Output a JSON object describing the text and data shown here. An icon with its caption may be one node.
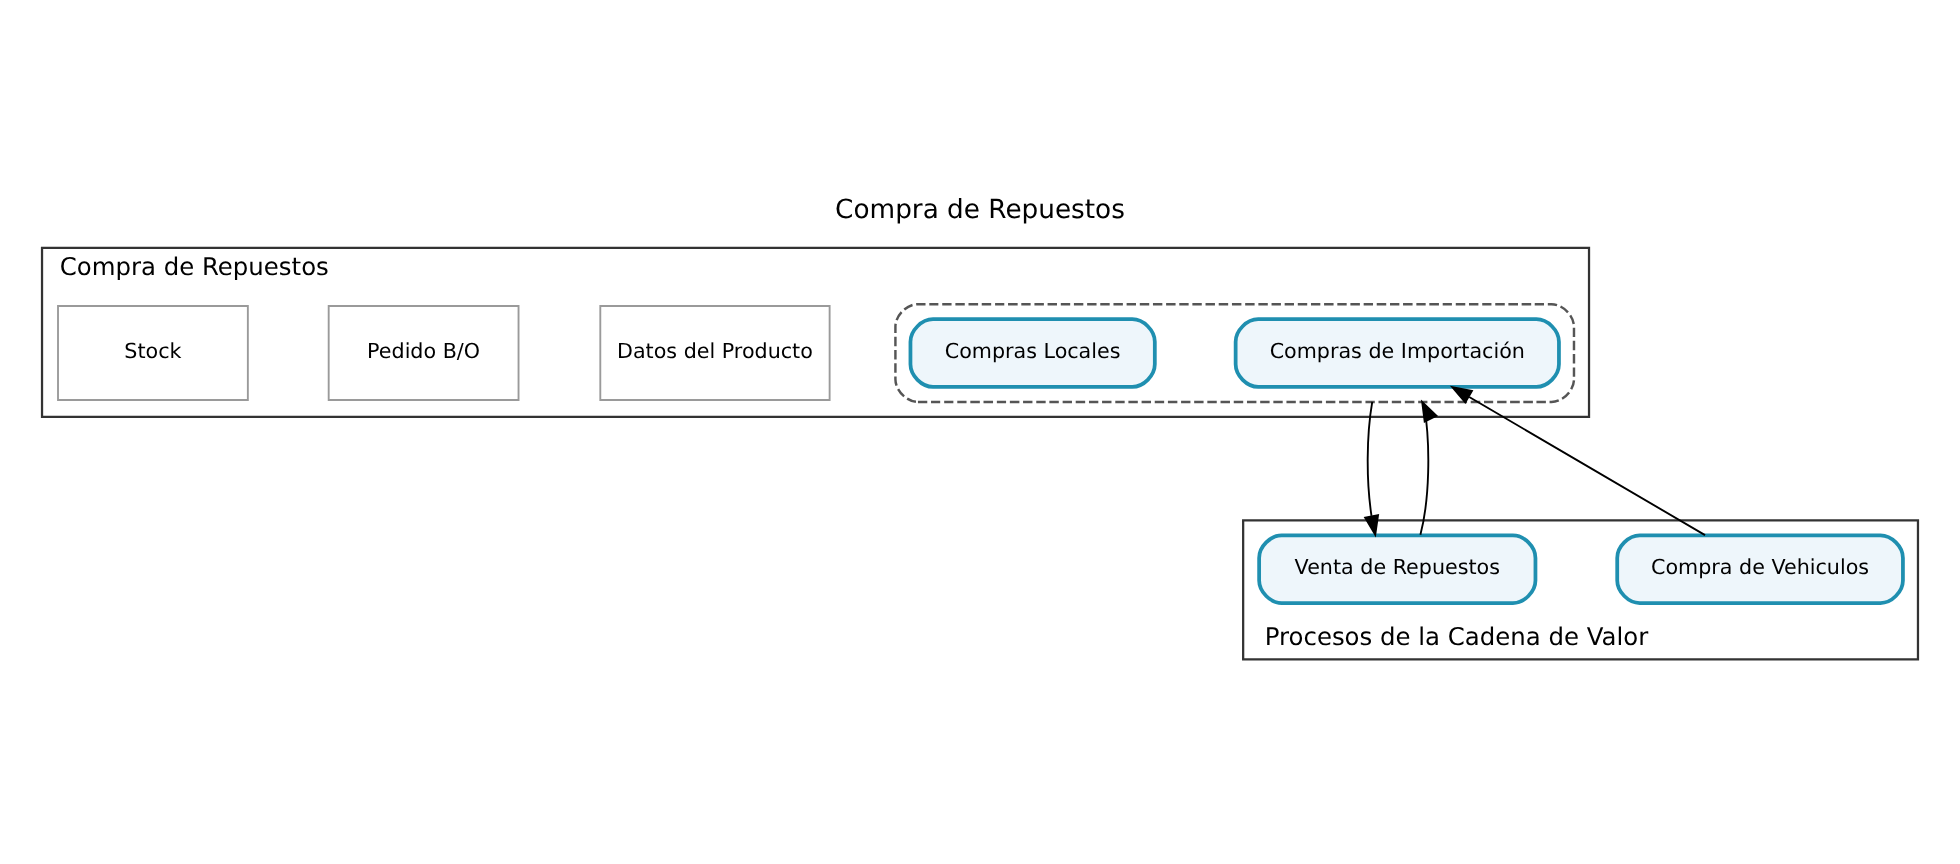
{
  "diagram": {
    "title": "Compra de Repuestos",
    "nodes": [
      {
        "text": [
          "Compra de Repuestos"
        ]
      },
      {
        "text": [],
        "shape": "box",
        "in": 0
      },
      {
        "text": [
          "Compras de Importación"
        ],
        "in": 1
      },
      {
        "text": [
          "Compras Locales"
        ],
        "in": 1
      },
      {
        "text": [
          "Datos del Producto"
        ],
        "in": 0
      },
      {
        "text": [
          "Pedido B/O"
        ],
        "in": 0
      },
      {
        "text": [
          "Stock"
        ],
        "in": 0
      },
      {
        "text": [
          "Procesos de la Cadena de Valor"
        ]
      },
      {
        "text": [
          "Compra de Vehiculos"
        ],
        "in": 7
      },
      {
        "text": [
          "Venta de Repuestos"
        ],
        "in": 7
      }
    ],
    "edges": [
      {
        "from": 8,
        "to": 2,
        "arrow": "to"
      },
      {
        "from": 1,
        "to": 9,
        "arrow": "to"
      },
      {
        "from": 9,
        "to": 1,
        "arrow": "to"
      }
    ]
  }
}
